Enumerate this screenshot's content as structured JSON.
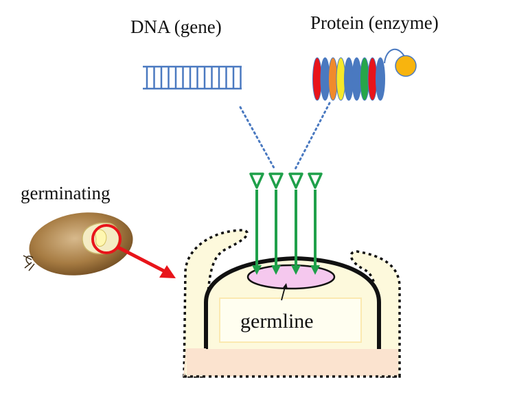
{
  "labels": {
    "dna": "DNA (gene)",
    "protein": "Protein (enzyme)",
    "germinating": "germinating",
    "germline": "germline"
  },
  "colors": {
    "dna_blue": "#4a79c0",
    "arrow_green": "#1fa04a",
    "highlight_red": "#e8141a",
    "meristem_pink": "#f5c8ee",
    "tissue_cream": "#fdf9dc",
    "base_peach": "#fbe3cf",
    "protein_beads": [
      "#e8141a",
      "#4a79c0",
      "#f08a2c",
      "#f6e82a",
      "#4a79c0",
      "#4a79c0",
      "#27a64a",
      "#e8141a",
      "#4a79c0"
    ],
    "enzyme_ball": "#f8b40e"
  },
  "icons": {
    "dna": "dna-ladder-icon",
    "protein": "protein-bead-chain-icon",
    "seed": "germinating-seed-icon",
    "delivery": "downward-arrow-icon"
  }
}
